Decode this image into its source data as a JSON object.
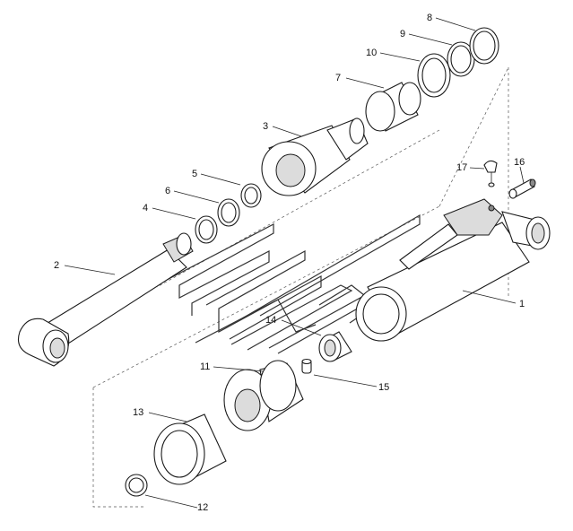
{
  "labels": [
    {
      "id": "1",
      "text": "1"
    },
    {
      "id": "2",
      "text": "2"
    },
    {
      "id": "3",
      "text": "3"
    },
    {
      "id": "4",
      "text": "4"
    },
    {
      "id": "5",
      "text": "5"
    },
    {
      "id": "6",
      "text": "6"
    },
    {
      "id": "7",
      "text": "7"
    },
    {
      "id": "8",
      "text": "8"
    },
    {
      "id": "9",
      "text": "9"
    },
    {
      "id": "10",
      "text": "10"
    },
    {
      "id": "11",
      "text": "11"
    },
    {
      "id": "12",
      "text": "12"
    },
    {
      "id": "13",
      "text": "13"
    },
    {
      "id": "14",
      "text": "14"
    },
    {
      "id": "15",
      "text": "15"
    },
    {
      "id": "16",
      "text": "16"
    },
    {
      "id": "17",
      "text": "17"
    }
  ],
  "colors": {
    "line": "#1a1a1a",
    "shade": "#dcdcdc",
    "dark": "#8a8a8a",
    "background": "#ffffff"
  }
}
